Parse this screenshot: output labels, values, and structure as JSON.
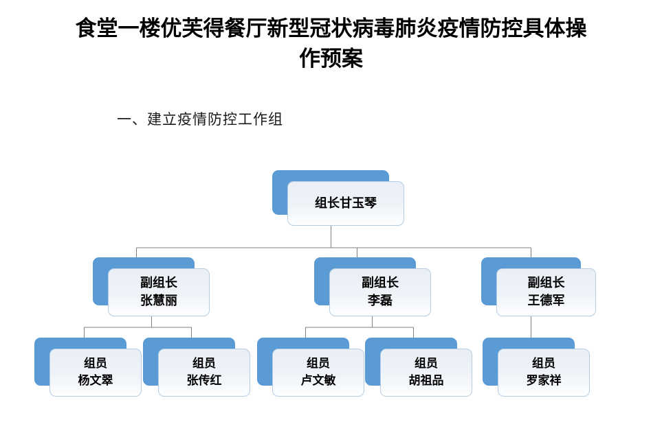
{
  "document": {
    "title": "食堂一楼优芙得餐厅新型冠状病毒肺炎疫情防控具体操作预案",
    "section_heading": "一、建立疫情防控工作组"
  },
  "theme": {
    "accent_blue": "#5B9BD5",
    "node_border": "#B5CCE4",
    "node_fill_top": "#EAEFF6",
    "node_fill_bottom": "#FDFEFF",
    "connector": "#7F7F7F",
    "text": "#000000",
    "page_background": "#FFFFFF"
  },
  "org_chart": {
    "root": {
      "role": "组长",
      "name": "甘玉琴",
      "label": "组长甘玉琴"
    },
    "deputies": [
      {
        "role": "副组长",
        "name": "张慧丽"
      },
      {
        "role": "副组长",
        "name": "李磊"
      },
      {
        "role": "副组长",
        "name": "王德军"
      }
    ],
    "members": [
      {
        "role": "组员",
        "name": "杨文翠",
        "parent": 0
      },
      {
        "role": "组员",
        "name": "张传红",
        "parent": 0
      },
      {
        "role": "组员",
        "name": "卢文敏",
        "parent": 1
      },
      {
        "role": "组员",
        "name": "胡祖品",
        "parent": 1
      },
      {
        "role": "组员",
        "name": "罗家祥",
        "parent": 2
      }
    ]
  }
}
